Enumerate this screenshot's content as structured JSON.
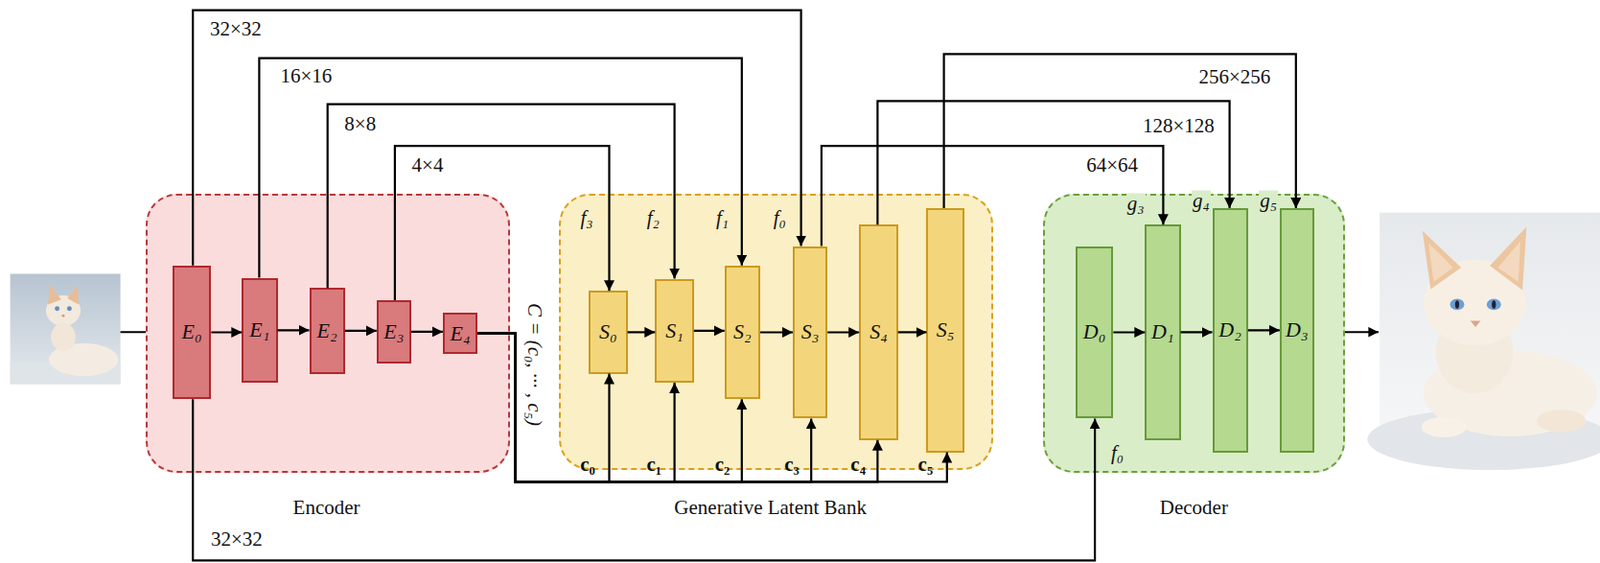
{
  "diagram": {
    "nodes": [
      {
        "text": [
          "Encoder"
        ]
      },
      {
        "text": [
          "E₀"
        ],
        "in": 0
      },
      {
        "text": [
          "E₁"
        ],
        "in": 0
      },
      {
        "text": [
          "E₂"
        ],
        "in": 0
      },
      {
        "text": [
          "E₃"
        ],
        "in": 0
      },
      {
        "text": [
          "E₄"
        ],
        "in": 0
      },
      {
        "text": [
          "Generative Latent Bank"
        ]
      },
      {
        "text": [
          "S₀"
        ],
        "in": 6
      },
      {
        "text": [
          "S₁"
        ],
        "in": 6
      },
      {
        "text": [
          "S₂"
        ],
        "in": 6
      },
      {
        "text": [
          "S₃"
        ],
        "in": 6
      },
      {
        "text": [
          "S₄"
        ],
        "in": 6
      },
      {
        "text": [
          "S₅"
        ],
        "in": 6
      },
      {
        "text": [
          "Decoder"
        ]
      },
      {
        "text": [
          "D₀"
        ],
        "in": 13
      },
      {
        "text": [
          "D₁"
        ],
        "in": 13
      },
      {
        "text": [
          "D₂"
        ],
        "in": 13
      },
      {
        "text": [
          "D₃"
        ],
        "in": 13
      }
    ],
    "edges": [
      {
        "from": 1,
        "to": 2,
        "arrow": "to"
      },
      {
        "from": 2,
        "to": 3,
        "arrow": "to"
      },
      {
        "from": 3,
        "to": 4,
        "arrow": "to"
      },
      {
        "from": 4,
        "to": 5,
        "arrow": "to"
      },
      {
        "from": 5,
        "to": 7,
        "label": "c₀",
        "arrow": "to"
      },
      {
        "from": 5,
        "to": 8,
        "label": "c₁",
        "arrow": "to"
      },
      {
        "from": 5,
        "to": 9,
        "label": "c₂",
        "arrow": "to"
      },
      {
        "from": 5,
        "to": 10,
        "label": "c₃",
        "arrow": "to"
      },
      {
        "from": 5,
        "to": 11,
        "label": "c₄",
        "arrow": "to"
      },
      {
        "from": 5,
        "to": 12,
        "label": "c₅",
        "arrow": "to"
      },
      {
        "from": 7,
        "to": 8,
        "arrow": "to"
      },
      {
        "from": 8,
        "to": 9,
        "arrow": "to"
      },
      {
        "from": 9,
        "to": 10,
        "arrow": "to"
      },
      {
        "from": 10,
        "to": 11,
        "arrow": "to"
      },
      {
        "from": 11,
        "to": 12,
        "arrow": "to"
      },
      {
        "from": 1,
        "to": 10,
        "label": "32×32",
        "arrow": "to"
      },
      {
        "from": 2,
        "to": 9,
        "label": "16×16",
        "arrow": "to"
      },
      {
        "from": 3,
        "to": 8,
        "label": "8×8",
        "arrow": "to"
      },
      {
        "from": 4,
        "to": 7,
        "label": "4×4",
        "arrow": "to"
      },
      {
        "from": 10,
        "to": 15,
        "label": "64×64",
        "arrow": "to"
      },
      {
        "from": 11,
        "to": 16,
        "label": "128×128",
        "arrow": "to"
      },
      {
        "from": 12,
        "to": 17,
        "label": "256×256",
        "arrow": "to"
      },
      {
        "from": 1,
        "to": 14,
        "label": "32×32",
        "arrow": "to"
      },
      {
        "from": 14,
        "to": 15,
        "arrow": "to"
      },
      {
        "from": 15,
        "to": 16,
        "arrow": "to"
      },
      {
        "from": 16,
        "to": 17,
        "arrow": "to"
      }
    ],
    "labels": [
      "f₃",
      "f₂",
      "f₁",
      "f₀",
      "g₃",
      "g₄",
      "g₅",
      "f₀",
      "C = (c₀, ··· , c₅)"
    ]
  }
}
